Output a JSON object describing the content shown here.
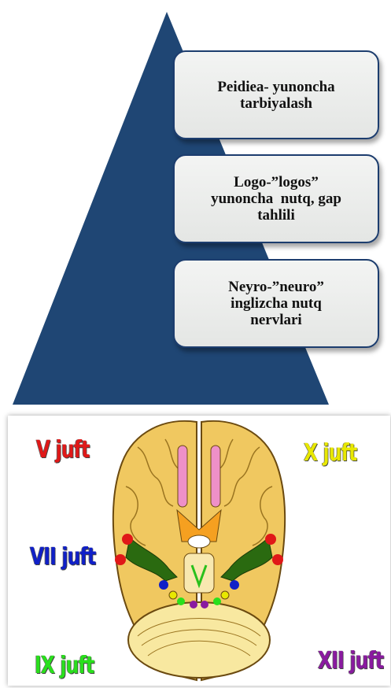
{
  "pyramid": {
    "color": "#1f4674",
    "items": [
      {
        "line1": "Peidiea- yunoncha",
        "line2": "tarbiyalash",
        "line3": ""
      },
      {
        "line1": "Logo-”logos”",
        "line2": "yunoncha  nutq, gap",
        "line3": "tahlili"
      },
      {
        "line1": "Neyro-”neuro”",
        "line2": "inglizcha nutq",
        "line3": "nervlari"
      }
    ]
  },
  "brain": {
    "labels": {
      "v": "V juft",
      "x": "X juft",
      "vii": "VII juft",
      "ix": "IX juft",
      "xii": "XII juft"
    },
    "colors": {
      "v": "#e01818",
      "x": "#e8e800",
      "vii": "#1020c8",
      "ix": "#29e01c",
      "xii": "#8a1aa0"
    }
  }
}
